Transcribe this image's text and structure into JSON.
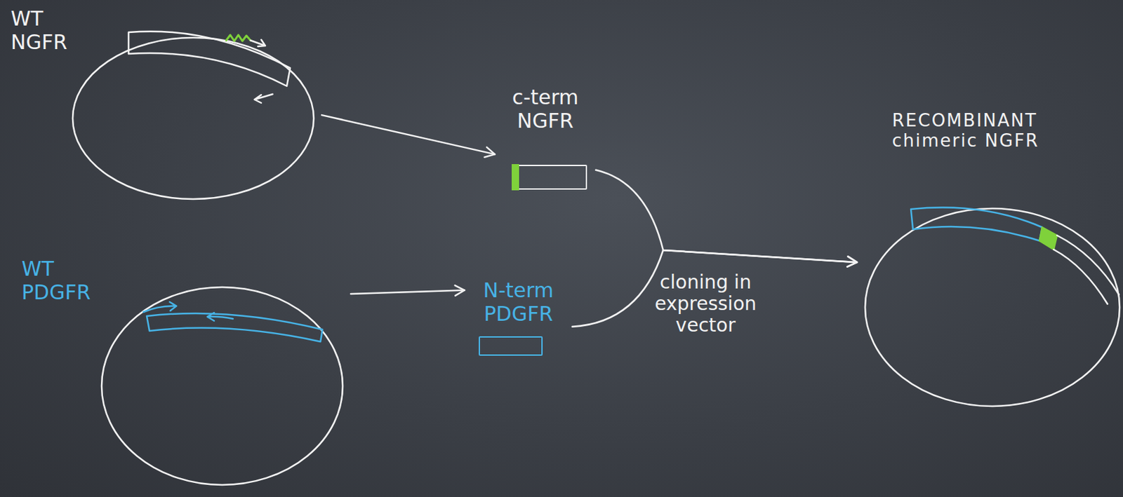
{
  "diagram": {
    "nodes": [
      {
        "text": [
          "WT NGFR"
        ]
      },
      {
        "text": [
          "c-term NGFR"
        ]
      },
      {
        "text": [
          "WT PDGFR"
        ]
      },
      {
        "text": [
          "N-term PDGFR"
        ]
      },
      {
        "text": [
          "RECOMBINANT chimeric NGFR"
        ]
      }
    ],
    "edges": [
      {
        "from": 0,
        "to": 1,
        "arrow": "to"
      },
      {
        "from": 2,
        "to": 3,
        "arrow": "to"
      },
      {
        "from": 1,
        "to": 4,
        "arrow": "to"
      },
      {
        "from": 3,
        "to": 4,
        "arrow": "to",
        "label": "cloning in expression vector"
      }
    ]
  }
}
